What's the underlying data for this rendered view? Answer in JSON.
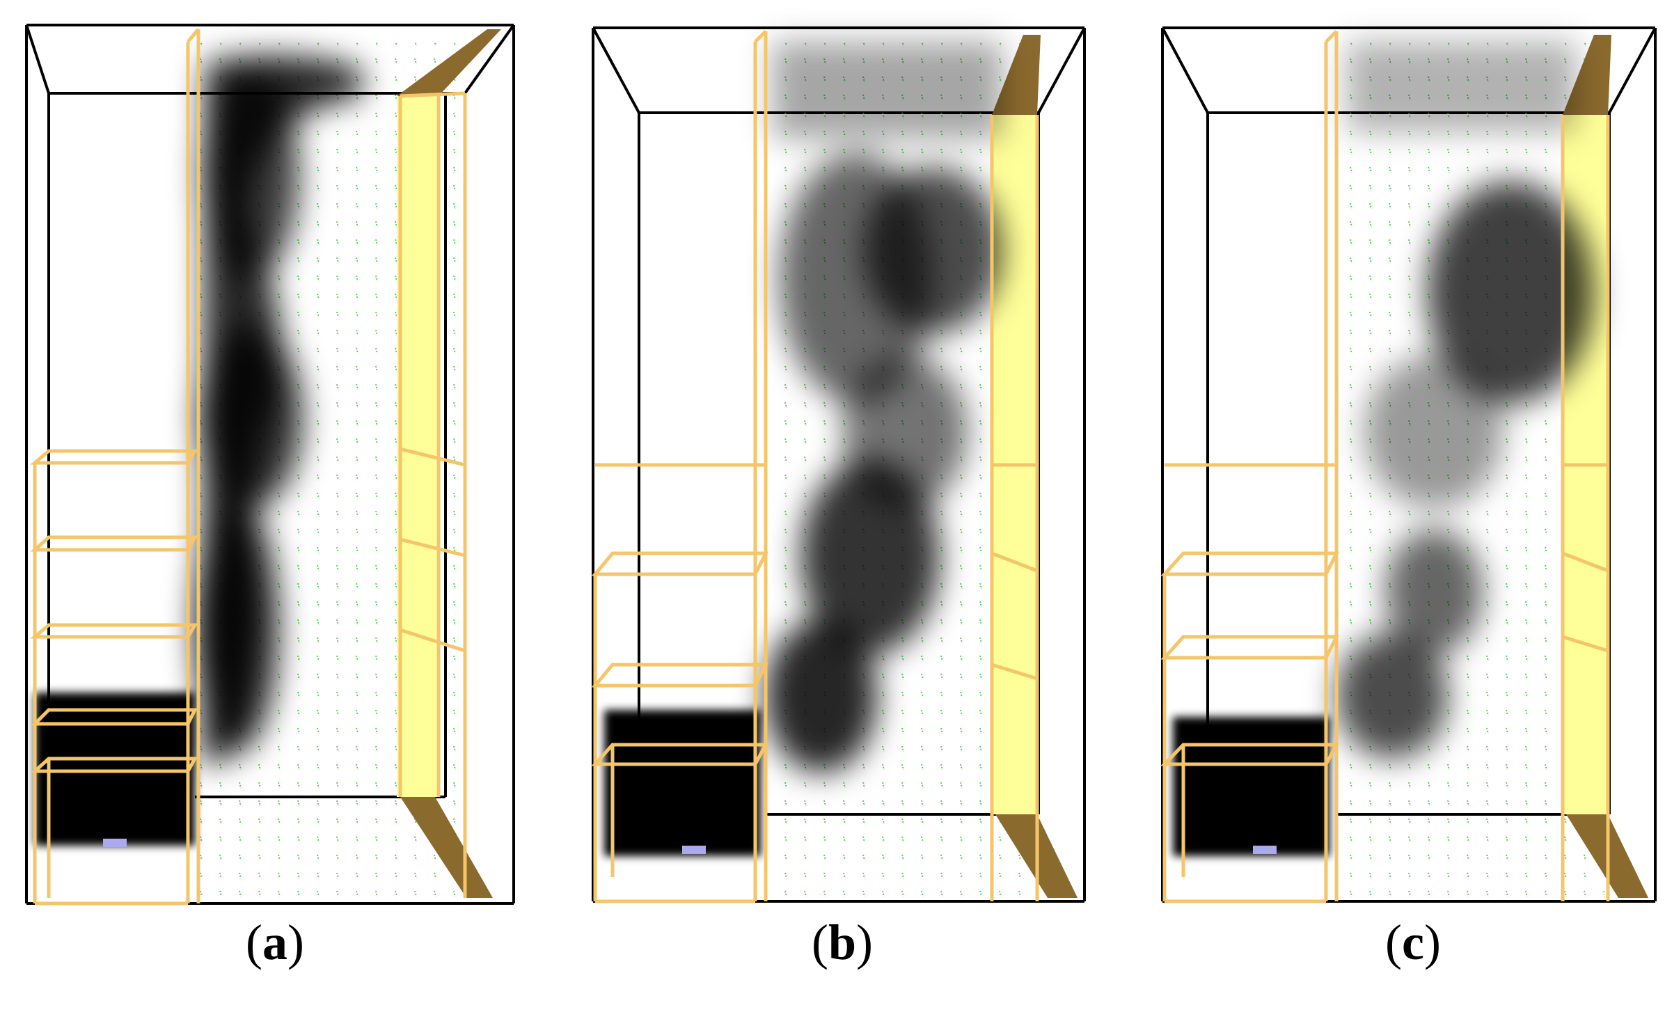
{
  "panels": [
    {
      "id": "a",
      "label_open": "(",
      "letter": "a",
      "label_close": ")"
    },
    {
      "id": "b",
      "label_open": "(",
      "letter": "b",
      "label_close": ")"
    },
    {
      "id": "c",
      "label_open": "(",
      "letter": "c",
      "label_close": ")"
    }
  ],
  "colors": {
    "frame": "#000000",
    "outline": "#F5C56A",
    "vent": "#FFFF99",
    "vent_edge": "#8B6A2E",
    "smoke": "#000000",
    "vectors": "#33CC33",
    "burner": "#AAAAEE"
  }
}
